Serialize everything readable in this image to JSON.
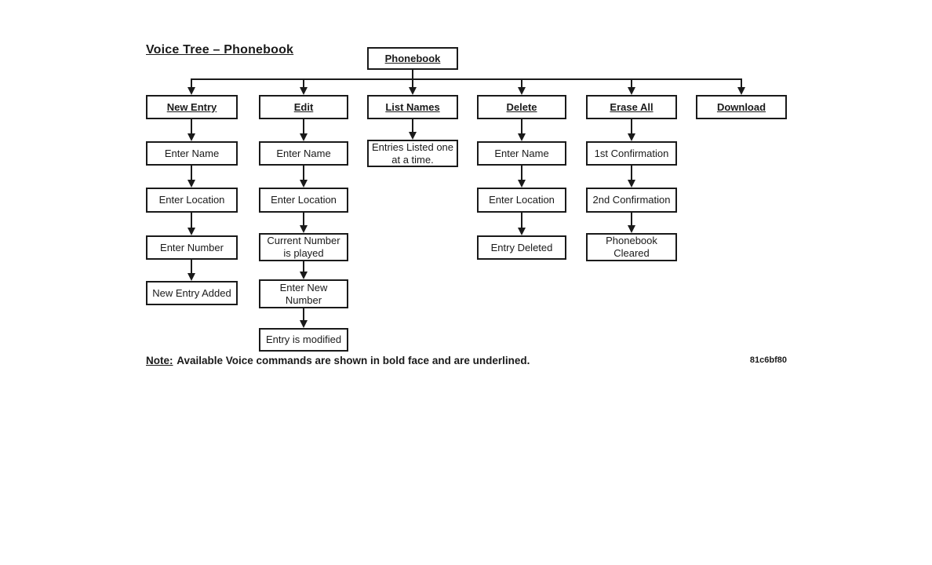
{
  "title": "Voice Tree – Phonebook",
  "root_label": "Phonebook",
  "branches": [
    {
      "command": "New Entry",
      "steps": [
        "Enter Name",
        "Enter Location",
        "Enter Number",
        "New Entry Added"
      ]
    },
    {
      "command": "Edit",
      "steps": [
        "Enter Name",
        "Enter Location",
        "Current Number\nis played",
        "Enter New\nNumber",
        "Entry is modified"
      ]
    },
    {
      "command": "List Names",
      "steps": [
        "Entries Listed one\nat a time."
      ]
    },
    {
      "command": "Delete",
      "steps": [
        "Enter Name",
        "Enter Location",
        "Entry Deleted"
      ]
    },
    {
      "command": "Erase All",
      "steps": [
        "1st Confirmation",
        "2nd Confirmation",
        "Phonebook\nCleared"
      ]
    },
    {
      "command": "Download",
      "steps": []
    }
  ],
  "note": {
    "label": "Note:",
    "text": "Available Voice commands are shown in bold face and are underlined."
  },
  "figure_code": "81c6bf80",
  "colors": {
    "ink": "#1a1a1a",
    "background": "#ffffff"
  }
}
